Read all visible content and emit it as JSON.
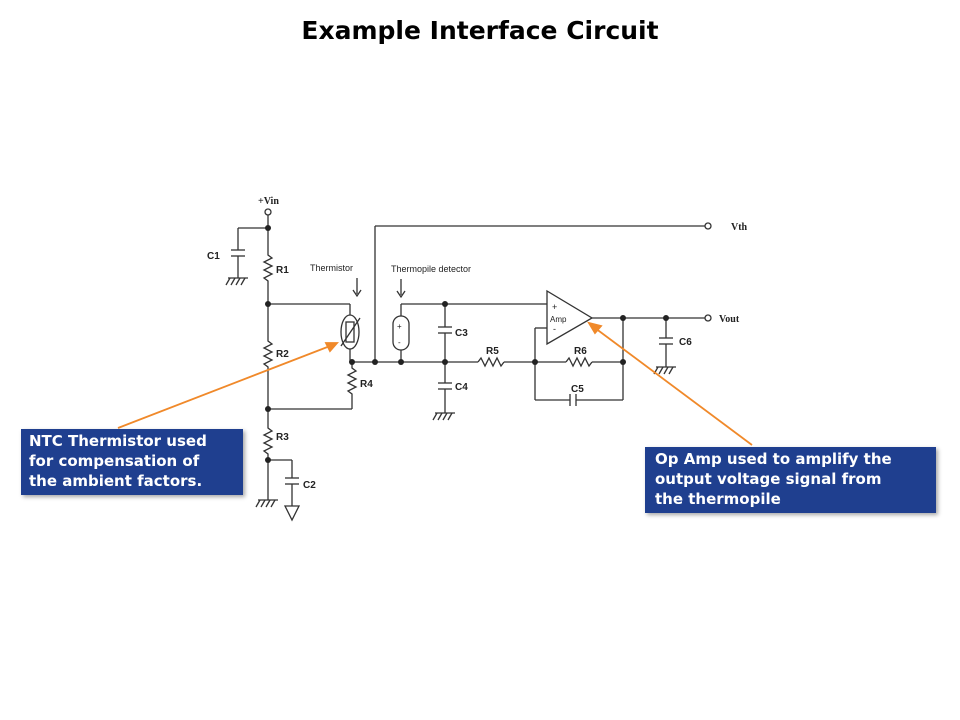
{
  "title": "Example Interface Circuit",
  "callouts": {
    "thermistor": [
      "NTC Thermistor used",
      "for compensation of",
      "the ambient factors."
    ],
    "opamp": [
      "Op Amp used to amplify the",
      "output voltage signal from",
      "the thermopile"
    ]
  },
  "labels": {
    "vin": "+Vin",
    "vth": "Vth",
    "vout": "Vout",
    "thermistor": "Thermistor",
    "thermopile": "Thermopile detector",
    "amp": "Amp",
    "plus": "+",
    "minus": "-",
    "c1": "C1",
    "c2": "C2",
    "c3": "C3",
    "c4": "C4",
    "c5": "C5",
    "c6": "C6",
    "r1": "R1",
    "r2": "R2",
    "r3": "R3",
    "r4": "R4",
    "r5": "R5",
    "r6": "R6"
  },
  "colors": {
    "callout_bg": "#1f3f8f",
    "arrow": "#f0892a",
    "wire": "#333333"
  }
}
